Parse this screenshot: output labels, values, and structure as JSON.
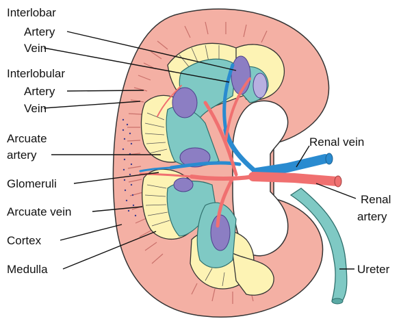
{
  "labels": {
    "interlobar": "Interlobar",
    "interlobar_artery": "Artery",
    "interlobar_vein": "Vein",
    "interlobular": "Interlobular",
    "interlobular_artery": "Artery",
    "interlobular_vein": "Vein",
    "arcuate_artery_line1": "Arcuate",
    "arcuate_artery_line2": "artery",
    "glomeruli": "Glomeruli",
    "arcuate_vein": "Arcuate vein",
    "cortex": "Cortex",
    "medulla": "Medulla",
    "renal_vein": "Renal vein",
    "renal_artery_line1": "Renal",
    "renal_artery_line2": "artery",
    "ureter": "Ureter"
  },
  "colors": {
    "capsule": "#f4b0a4",
    "cortex_stripe": "#c9706a",
    "medulla_fill": "#fdf3b4",
    "pyramid": "#7fc9c4",
    "pyramid_dark": "#4d9d99",
    "glomeruli": "#8c7ec3",
    "vein": "#2a8bd0",
    "artery": "#f07070",
    "ureter": "#7fc9c4"
  }
}
